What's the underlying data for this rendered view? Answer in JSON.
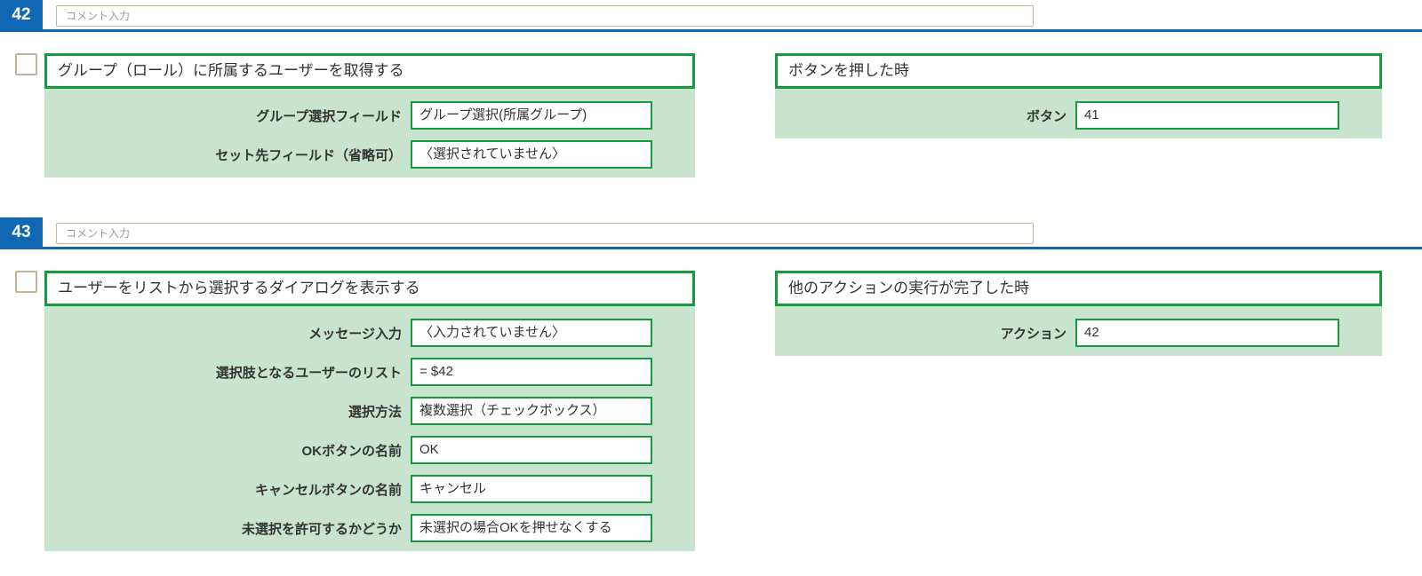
{
  "colors": {
    "accent_blue": "#1068b4",
    "accent_green": "#169a3e",
    "panel_background_green": "#c9e4ce",
    "comment_border_tan": "#c8b294"
  },
  "blocks": [
    {
      "number": "42",
      "comment_placeholder": "コメント入力",
      "action": {
        "title": "グループ（ロール）に所属するユーザーを取得する",
        "fields": [
          {
            "label": "グループ選択フィールド",
            "value": "グループ選択(所属グループ)"
          },
          {
            "label": "セット先フィールド（省略可）",
            "value": "〈選択されていません〉"
          }
        ]
      },
      "trigger": {
        "title": "ボタンを押した時",
        "fields": [
          {
            "label": "ボタン",
            "value": "41"
          }
        ]
      }
    },
    {
      "number": "43",
      "comment_placeholder": "コメント入力",
      "action": {
        "title": "ユーザーをリストから選択するダイアログを表示する",
        "fields": [
          {
            "label": "メッセージ入力",
            "value": "〈入力されていません〉"
          },
          {
            "label": "選択肢となるユーザーのリスト",
            "value": "= $42"
          },
          {
            "label": "選択方法",
            "value": "複数選択（チェックボックス）"
          },
          {
            "label": "OKボタンの名前",
            "value": "OK"
          },
          {
            "label": "キャンセルボタンの名前",
            "value": "キャンセル"
          },
          {
            "label": "未選択を許可するかどうか",
            "value": "未選択の場合OKを押せなくする"
          }
        ]
      },
      "trigger": {
        "title": "他のアクションの実行が完了した時",
        "fields": [
          {
            "label": "アクション",
            "value": "42"
          }
        ]
      }
    }
  ]
}
